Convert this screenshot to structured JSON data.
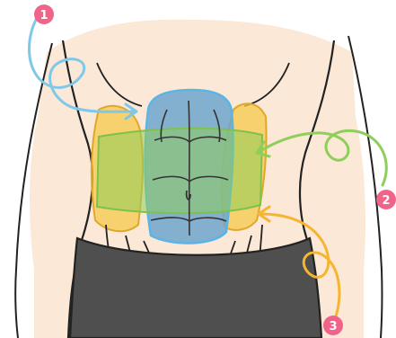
{
  "figure": {
    "callouts": [
      {
        "number": "1",
        "muscle": "rectus-abdominis",
        "color": "#7ec8ea"
      },
      {
        "number": "2",
        "muscle": "transversus-abdominis",
        "color": "#8fce5a"
      },
      {
        "number": "3",
        "muscle": "obliques",
        "color": "#f5b531"
      }
    ],
    "badge_color": "#f0648a",
    "skin_color": "#fbe8d6",
    "shorts_color": "#4f4f4f"
  }
}
